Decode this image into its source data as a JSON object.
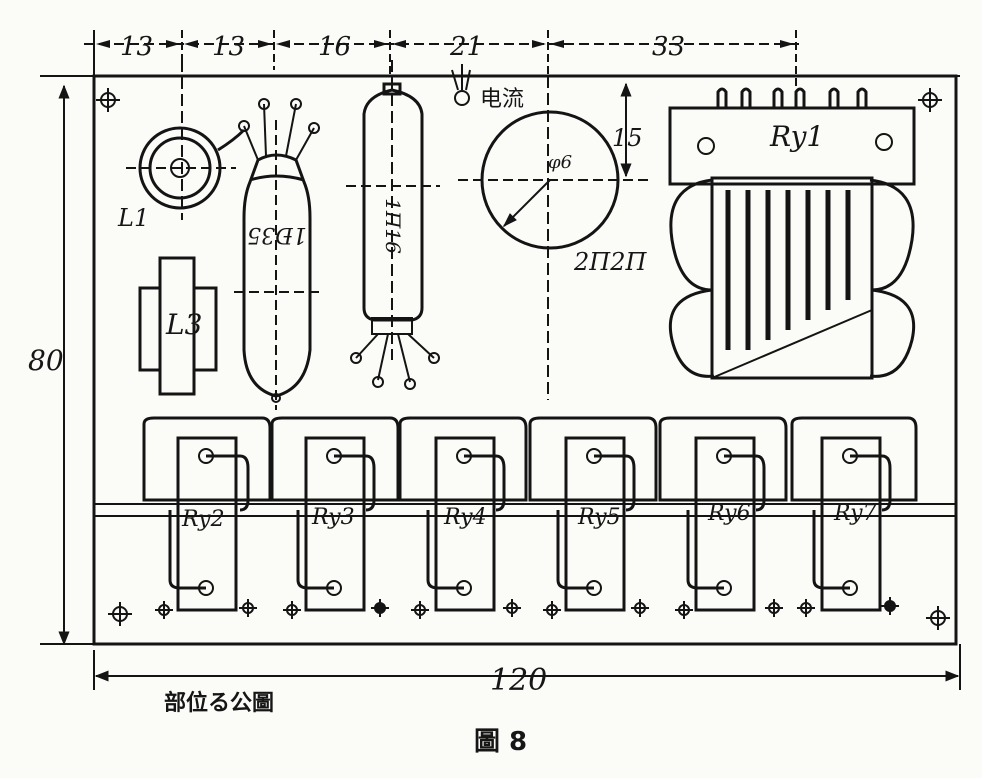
{
  "dimensions": {
    "top": [
      "13",
      "13",
      "16",
      "21",
      "33"
    ],
    "width": "120",
    "height": "80",
    "meter_offset": "15",
    "meter_dia": "φ6"
  },
  "components": {
    "coil1": "L1",
    "coil3": "L3",
    "tube1": "1Ð35",
    "tube2": "1П16",
    "meter": "2П2П",
    "current_label": "电流",
    "relay_main": "Ry1",
    "relays": [
      "Ry2",
      "Ry3",
      "Ry4",
      "Ry5",
      "Ry6",
      "Ry7"
    ]
  },
  "captions": {
    "subtitle": "部位る公圖",
    "figure": "圖 8"
  }
}
